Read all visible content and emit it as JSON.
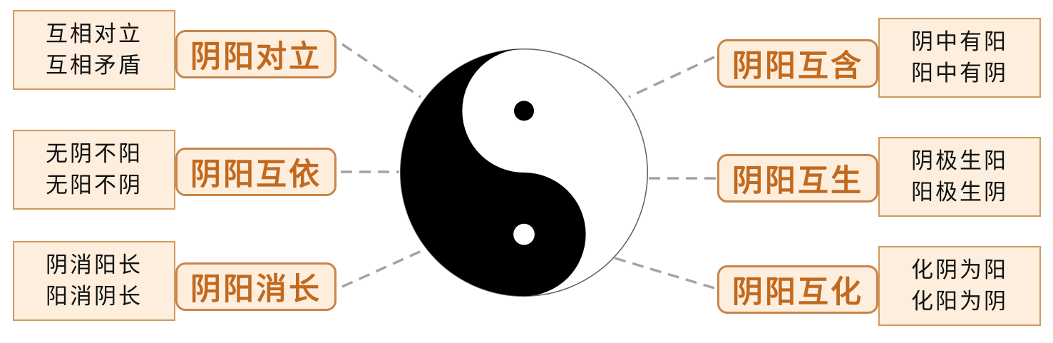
{
  "diagram": {
    "subject": "yin-yang relationships",
    "center_symbol": "taiji (yin-yang) symbol",
    "colors": {
      "box_bg": "#fdeedd",
      "box_border": "#d09a5e",
      "label_border": "#c9854a",
      "label_text": "#c2691e",
      "connector": "#a3a3a3",
      "yin": "#000000",
      "yang": "#ffffff"
    },
    "concepts": [
      {
        "side": "left",
        "label": "阴阳对立",
        "details": [
          "互相对立",
          "互相矛盾"
        ]
      },
      {
        "side": "left",
        "label": "阴阳互依",
        "details": [
          "无阴不阳",
          "无阳不阴"
        ]
      },
      {
        "side": "left",
        "label": "阴阳消长",
        "details": [
          "阴消阳长",
          "阳消阴长"
        ]
      },
      {
        "side": "right",
        "label": "阴阳互含",
        "details": [
          "阴中有阳",
          "阳中有阴"
        ]
      },
      {
        "side": "right",
        "label": "阴阳互生",
        "details": [
          "阴极生阳",
          "阳极生阴"
        ]
      },
      {
        "side": "right",
        "label": "阴阳互化",
        "details": [
          "化阴为阳",
          "化阳为阴"
        ]
      }
    ]
  }
}
